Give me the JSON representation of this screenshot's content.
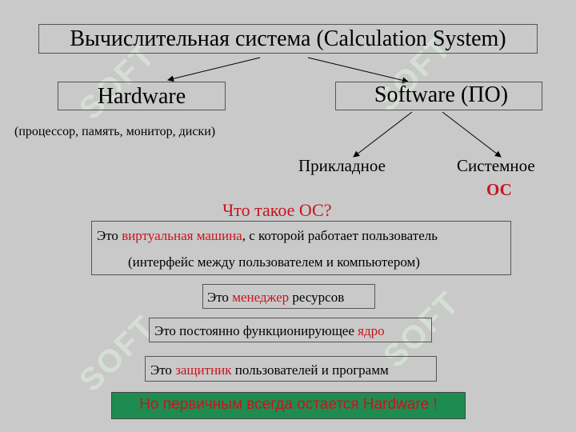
{
  "title": "Вычислительная система (Calculation System)",
  "hardware": {
    "label": "Hardware",
    "note": "(процессор, память, монитор,  диски)"
  },
  "software": {
    "label": "Software (ПО)",
    "applied": "Прикладное",
    "system": "Системное",
    "os": "ОС"
  },
  "question": "Что такое ОС?",
  "statements": {
    "virtual_prefix": "Это ",
    "virtual_highlight": "виртуальная машина",
    "virtual_suffix": ", с которой работает пользователь",
    "virtual_line2": "(интерфейс между пользователем и компьютером)",
    "manager_prefix": "Это ",
    "manager_highlight": "менеджер",
    "manager_suffix": " ресурсов",
    "kernel_prefix": "Это постоянно функционирующее ",
    "kernel_highlight": "ядро",
    "protector_prefix": "Это ",
    "protector_highlight": "защитник",
    "protector_suffix": " пользователей и программ"
  },
  "conclusion": {
    "text": "Но первичным всегда остается Hardware !"
  },
  "colors": {
    "background": "#c9c9c9",
    "highlight": "#c8141e",
    "conclusion_bg": "#1e8c50",
    "watermark": "#d8e8d8"
  },
  "watermark": "SOFT"
}
